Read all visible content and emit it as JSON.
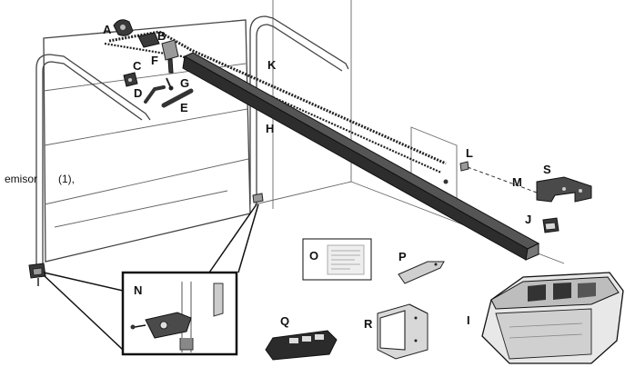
{
  "caption": {
    "text": "emisor",
    "note": "(1),"
  },
  "labels": {
    "A": "A",
    "B": "B",
    "C": "C",
    "D": "D",
    "E": "E",
    "F": "F",
    "G": "G",
    "H": "H",
    "I": "I",
    "J": "J",
    "K": "K",
    "L": "L",
    "M": "M",
    "N": "N",
    "O": "O",
    "P": "P",
    "Q": "Q",
    "R": "R",
    "S": "S"
  },
  "colors": {
    "ink": "#111111",
    "rail": "#555555",
    "line": "#444444"
  }
}
